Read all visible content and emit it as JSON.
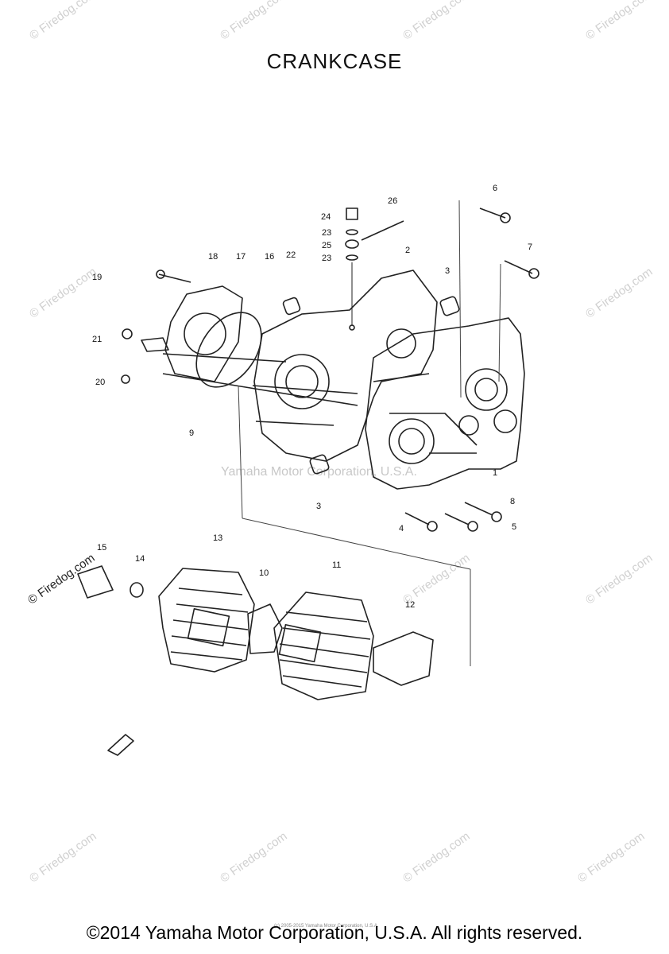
{
  "page": {
    "title": "CRANKCASE",
    "copyright": "©2014 Yamaha Motor Corporation, U.S.A. All rights reserved.",
    "fine_print": "(c) 2005-2015 Yamaha Motor Corporation, U.S.A.",
    "center_watermark": "Yamaha Motor Corporation, U.S.A.",
    "watermark_text": "© Firedog.com"
  },
  "callouts": [
    "1",
    "2",
    "3",
    "3",
    "4",
    "5",
    "6",
    "7",
    "8",
    "9",
    "10",
    "11",
    "12",
    "13",
    "14",
    "15",
    "16",
    "17",
    "18",
    "19",
    "20",
    "21",
    "22",
    "23",
    "23",
    "24",
    "25",
    "26"
  ]
}
